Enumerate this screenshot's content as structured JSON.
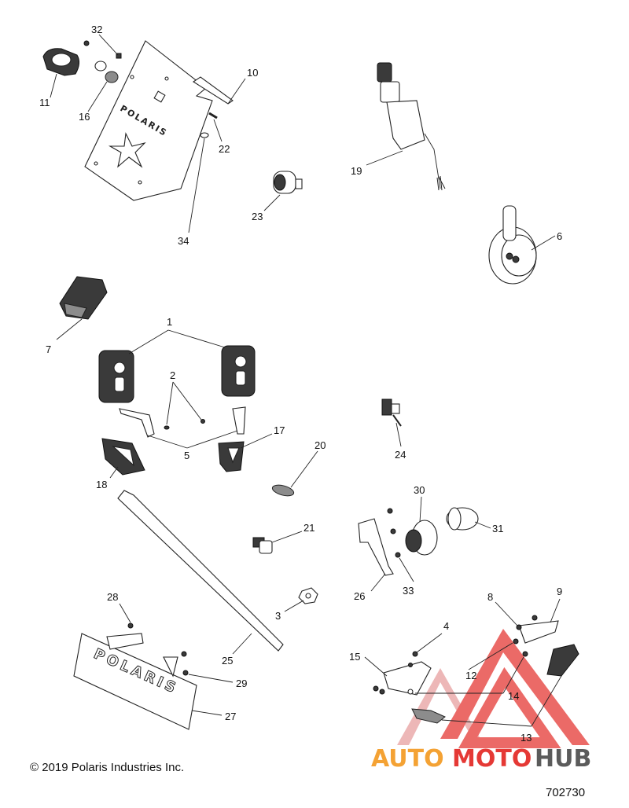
{
  "copyright": "© 2019 Polaris Industries Inc.",
  "diagram_code": "702730",
  "watermark": {
    "text_part1": "AUTO",
    "text_part2": "MOTO",
    "text_part3": "HUB",
    "colors": {
      "auto": "#f4a234",
      "moto": "#e53935",
      "hub": "#5b5b5b",
      "triangle": "#e53935"
    }
  },
  "plate_text": "POLARIS",
  "callouts": {
    "c1": "1",
    "c2": "2",
    "c3": "3",
    "c4": "4",
    "c5": "5",
    "c6": "6",
    "c7": "7",
    "c8": "8",
    "c9": "9",
    "c10": "10",
    "c11": "11",
    "c12": "12",
    "c13": "13",
    "c14": "14",
    "c15": "15",
    "c16": "16",
    "c17": "17",
    "c18": "18",
    "c19": "19",
    "c20": "20",
    "c21": "21",
    "c22": "22",
    "c23": "23",
    "c24": "24",
    "c25": "25",
    "c26": "26",
    "c27": "27",
    "c28": "28",
    "c29": "29",
    "c30": "30",
    "c31": "31",
    "c32": "32",
    "c33": "33",
    "c34": "34"
  }
}
